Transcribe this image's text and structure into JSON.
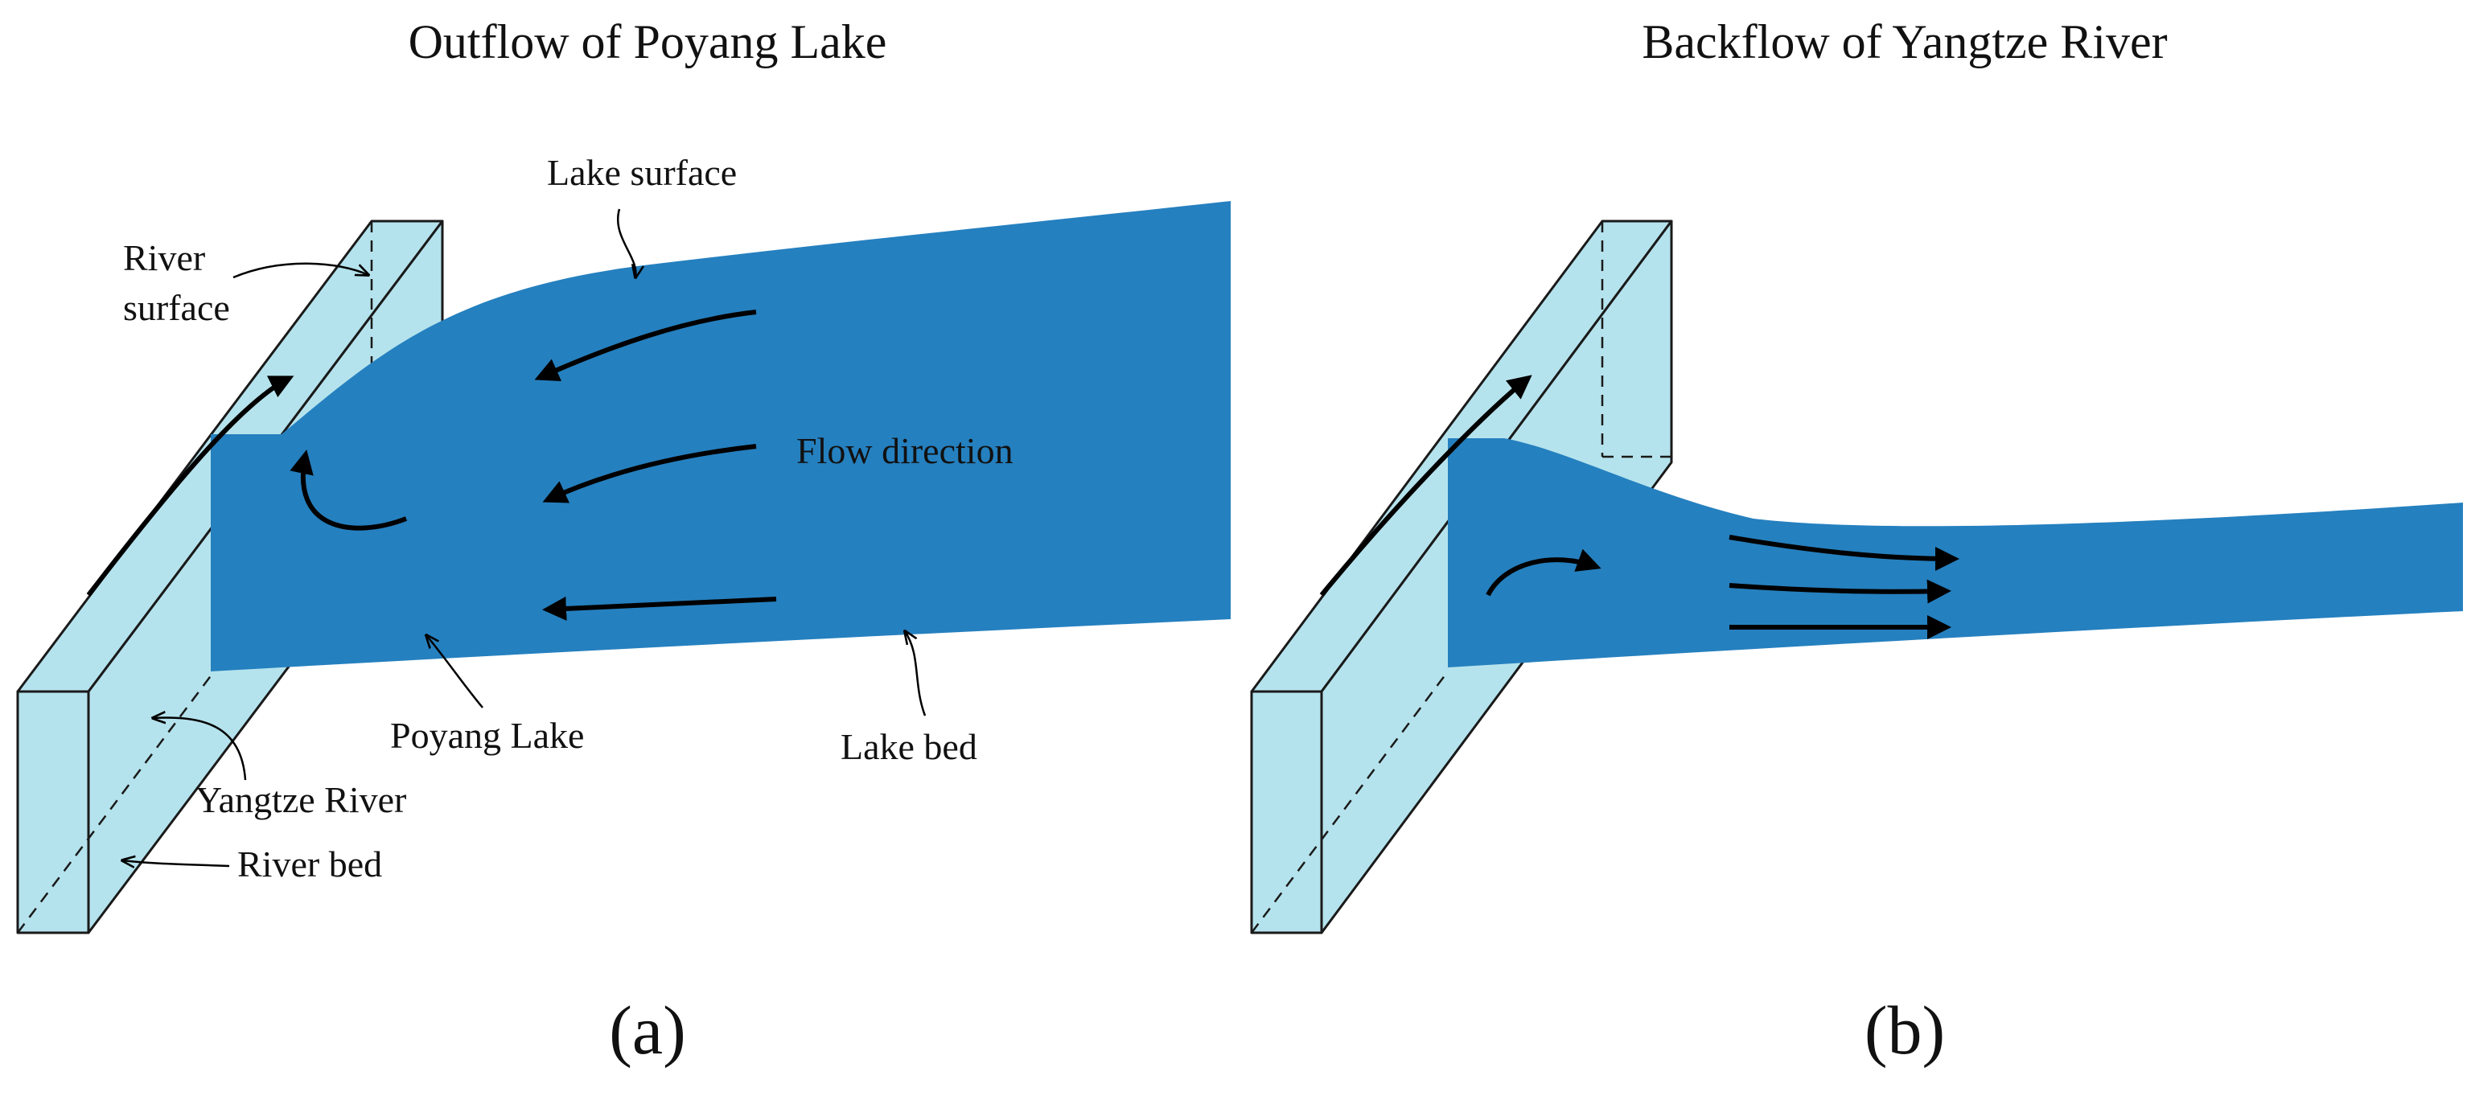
{
  "panel_a": {
    "title": "Outflow of Poyang Lake",
    "panel_label": "(a)",
    "labels": {
      "lake_surface": "Lake surface",
      "river_surface_line1": "River",
      "river_surface_line2": "surface",
      "flow_direction": "Flow direction",
      "poyang_lake": "Poyang Lake",
      "lake_bed": "Lake bed",
      "yangtze_river": "Yangtze River",
      "river_bed": "River bed"
    }
  },
  "panel_b": {
    "title": "Backflow of Yangtze River",
    "panel_label": "(b)"
  },
  "colors": {
    "lake_water": "#2580bf",
    "river_water": "#b5e3ed",
    "outline": "#1a1a1a"
  }
}
